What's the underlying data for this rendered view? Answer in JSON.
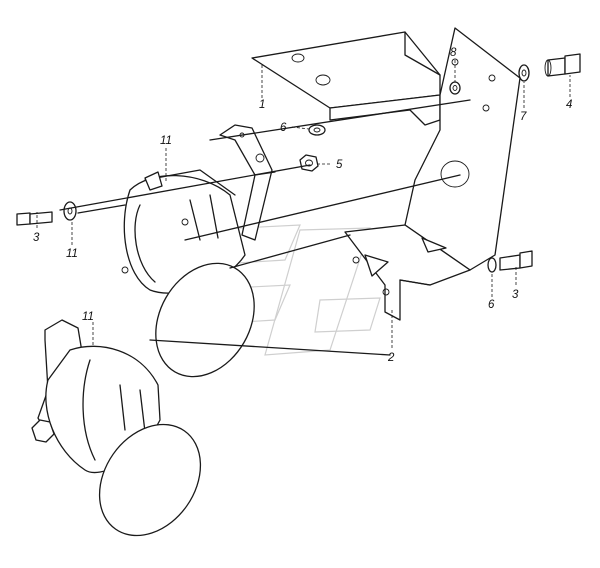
{
  "diagram": {
    "kind": "exploded parts diagram",
    "colors": {
      "line": "#1a1a1a",
      "background": "#ffffff",
      "watermark": "#cfcfcf"
    },
    "callouts": [
      {
        "id": "c1a",
        "label": "1"
      },
      {
        "id": "c2a",
        "label": "2"
      },
      {
        "id": "c3a",
        "label": "3"
      },
      {
        "id": "c3b",
        "label": "3"
      },
      {
        "id": "c4a",
        "label": "4"
      },
      {
        "id": "c5a",
        "label": "5"
      },
      {
        "id": "c6a",
        "label": "6"
      },
      {
        "id": "c6b",
        "label": "6"
      },
      {
        "id": "c7a",
        "label": "7"
      },
      {
        "id": "c8a",
        "label": "8"
      },
      {
        "id": "c11a",
        "label": "11"
      },
      {
        "id": "c11b",
        "label": "11"
      },
      {
        "id": "c11c",
        "label": "11"
      }
    ]
  }
}
